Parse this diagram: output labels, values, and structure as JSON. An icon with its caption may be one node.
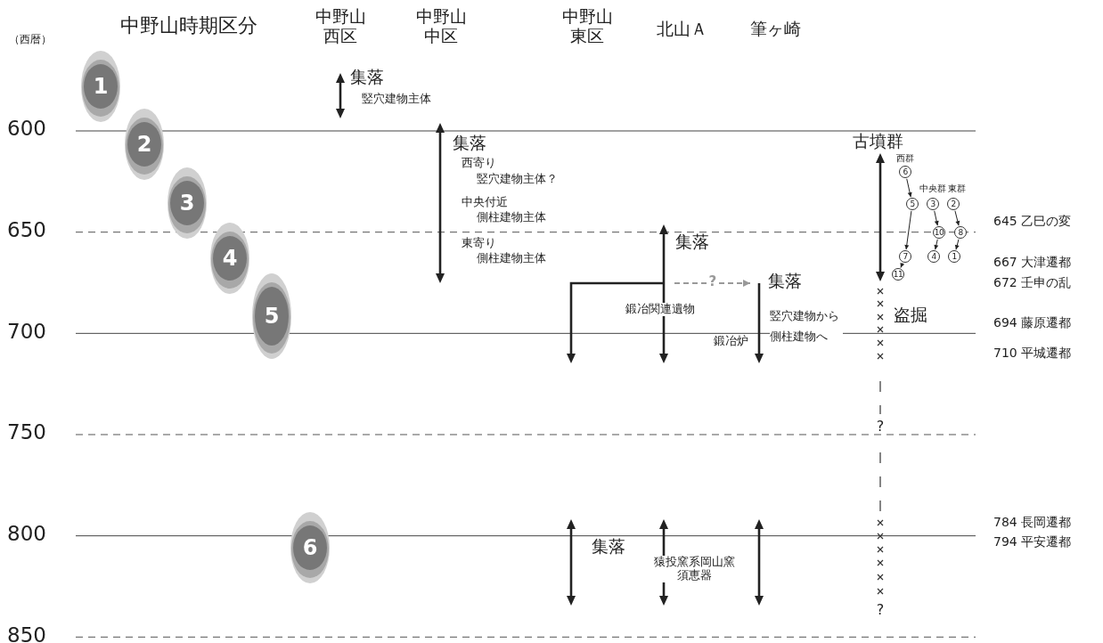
{
  "diagram": {
    "nodes": [
      {
        "text": [
          "1"
        ]
      },
      {
        "text": [
          "2"
        ]
      },
      {
        "text": [
          "3"
        ]
      },
      {
        "text": [
          "4"
        ]
      },
      {
        "text": [
          "5"
        ]
      },
      {
        "text": [
          "6"
        ]
      },
      {
        "text": [
          "6"
        ]
      },
      {
        "text": [
          "5"
        ]
      },
      {
        "text": [
          "3"
        ]
      },
      {
        "text": [
          "2"
        ]
      },
      {
        "text": [
          "10"
        ]
      },
      {
        "text": [
          "8"
        ]
      },
      {
        "text": [
          "7"
        ]
      },
      {
        "text": [
          "4"
        ]
      },
      {
        "text": [
          "1"
        ]
      },
      {
        "text": [
          "11"
        ]
      },
      {
        "text": [
          "集落"
        ]
      }
    ],
    "edges": [
      {
        "from": 6,
        "to": 7,
        "arrow": "to"
      },
      {
        "from": 7,
        "to": 12,
        "arrow": "to"
      },
      {
        "from": 12,
        "to": 15,
        "arrow": "to"
      },
      {
        "from": 8,
        "to": 10,
        "arrow": "to"
      },
      {
        "from": 10,
        "to": 13,
        "arrow": "to"
      },
      {
        "from": 9,
        "to": 11,
        "arrow": "to"
      },
      {
        "from": 11,
        "to": 14,
        "arrow": "to"
      },
      {
        "from": null,
        "to": 16,
        "arrow": "to",
        "label": "?",
        "style": "dashed",
        "color": "#999999"
      }
    ],
    "labels": [
      "（西暦）",
      "中野山時期区分",
      "中野山西区",
      "中野山中区",
      "中野山東区",
      "北山Ａ",
      "筆ヶ崎",
      "集落",
      "竪穴建物主体",
      "600",
      "集落",
      "西寄り",
      "竪穴建物主体？",
      "古墳群",
      "西群",
      "中央群",
      "東群",
      "中央付近",
      "側柱建物主体",
      "650",
      "645 乙巳の変",
      "東寄り",
      "側柱建物主体",
      "集落",
      "667 大津遷都",
      "672 壬申の乱",
      "鍛冶関連遺物",
      "竪穴建物から側柱建物へ",
      "盗掘",
      "700",
      "694 藤原遷都",
      "鍛冶炉",
      "710 平城遷都",
      "750",
      "?",
      "784 長岡遷都",
      "794 平安遷都",
      "800",
      "集落",
      "猿投窯系岡山窯須恵器",
      "?",
      "850"
    ]
  }
}
